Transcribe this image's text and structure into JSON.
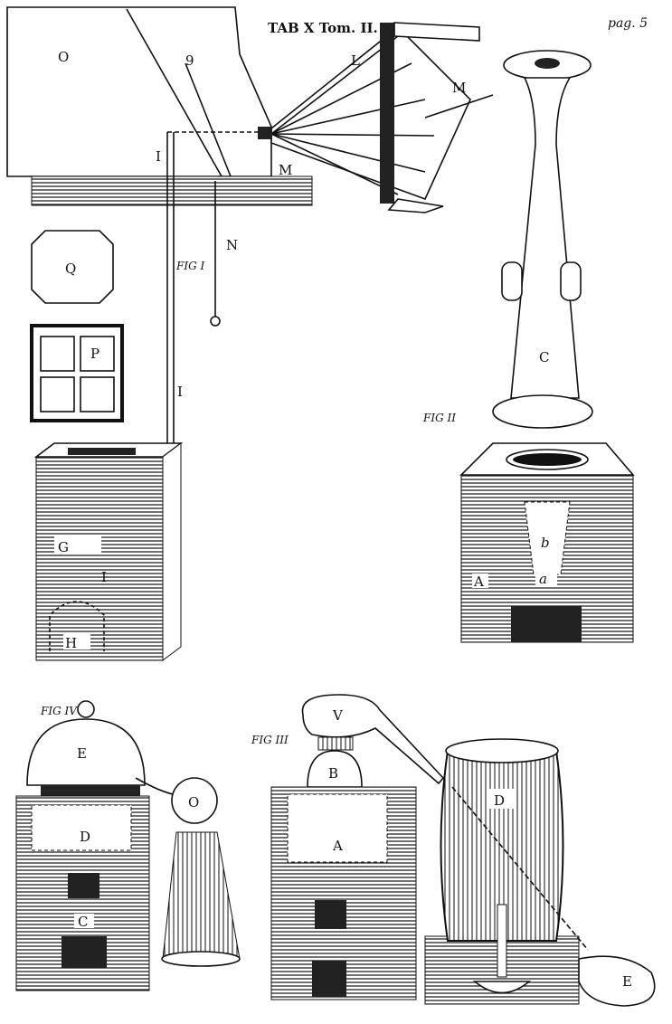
{
  "plate": {
    "title": "TAB X Tom. II.",
    "page": "pag. 5"
  },
  "fig1": {
    "caption": "FIG I",
    "labels": {
      "box_left": "O",
      "box_right": "9",
      "L": "L",
      "M_top": "M",
      "M_low": "M",
      "I_top": "I",
      "I_low": "I",
      "N": "N",
      "Q": "Q",
      "P": "P",
      "G": "G",
      "H": "H"
    }
  },
  "fig2": {
    "caption": "FIG II",
    "labels": {
      "C": "C",
      "b": "b",
      "a": "a",
      "A": "A"
    }
  },
  "fig3": {
    "caption": "FIG III",
    "labels": {
      "V": "V",
      "B": "B",
      "A": "A",
      "D": "D",
      "E": "E"
    }
  },
  "fig4": {
    "caption": "FIG IV",
    "labels": {
      "E": "E",
      "D": "D",
      "C": "C",
      "O": "O"
    }
  }
}
